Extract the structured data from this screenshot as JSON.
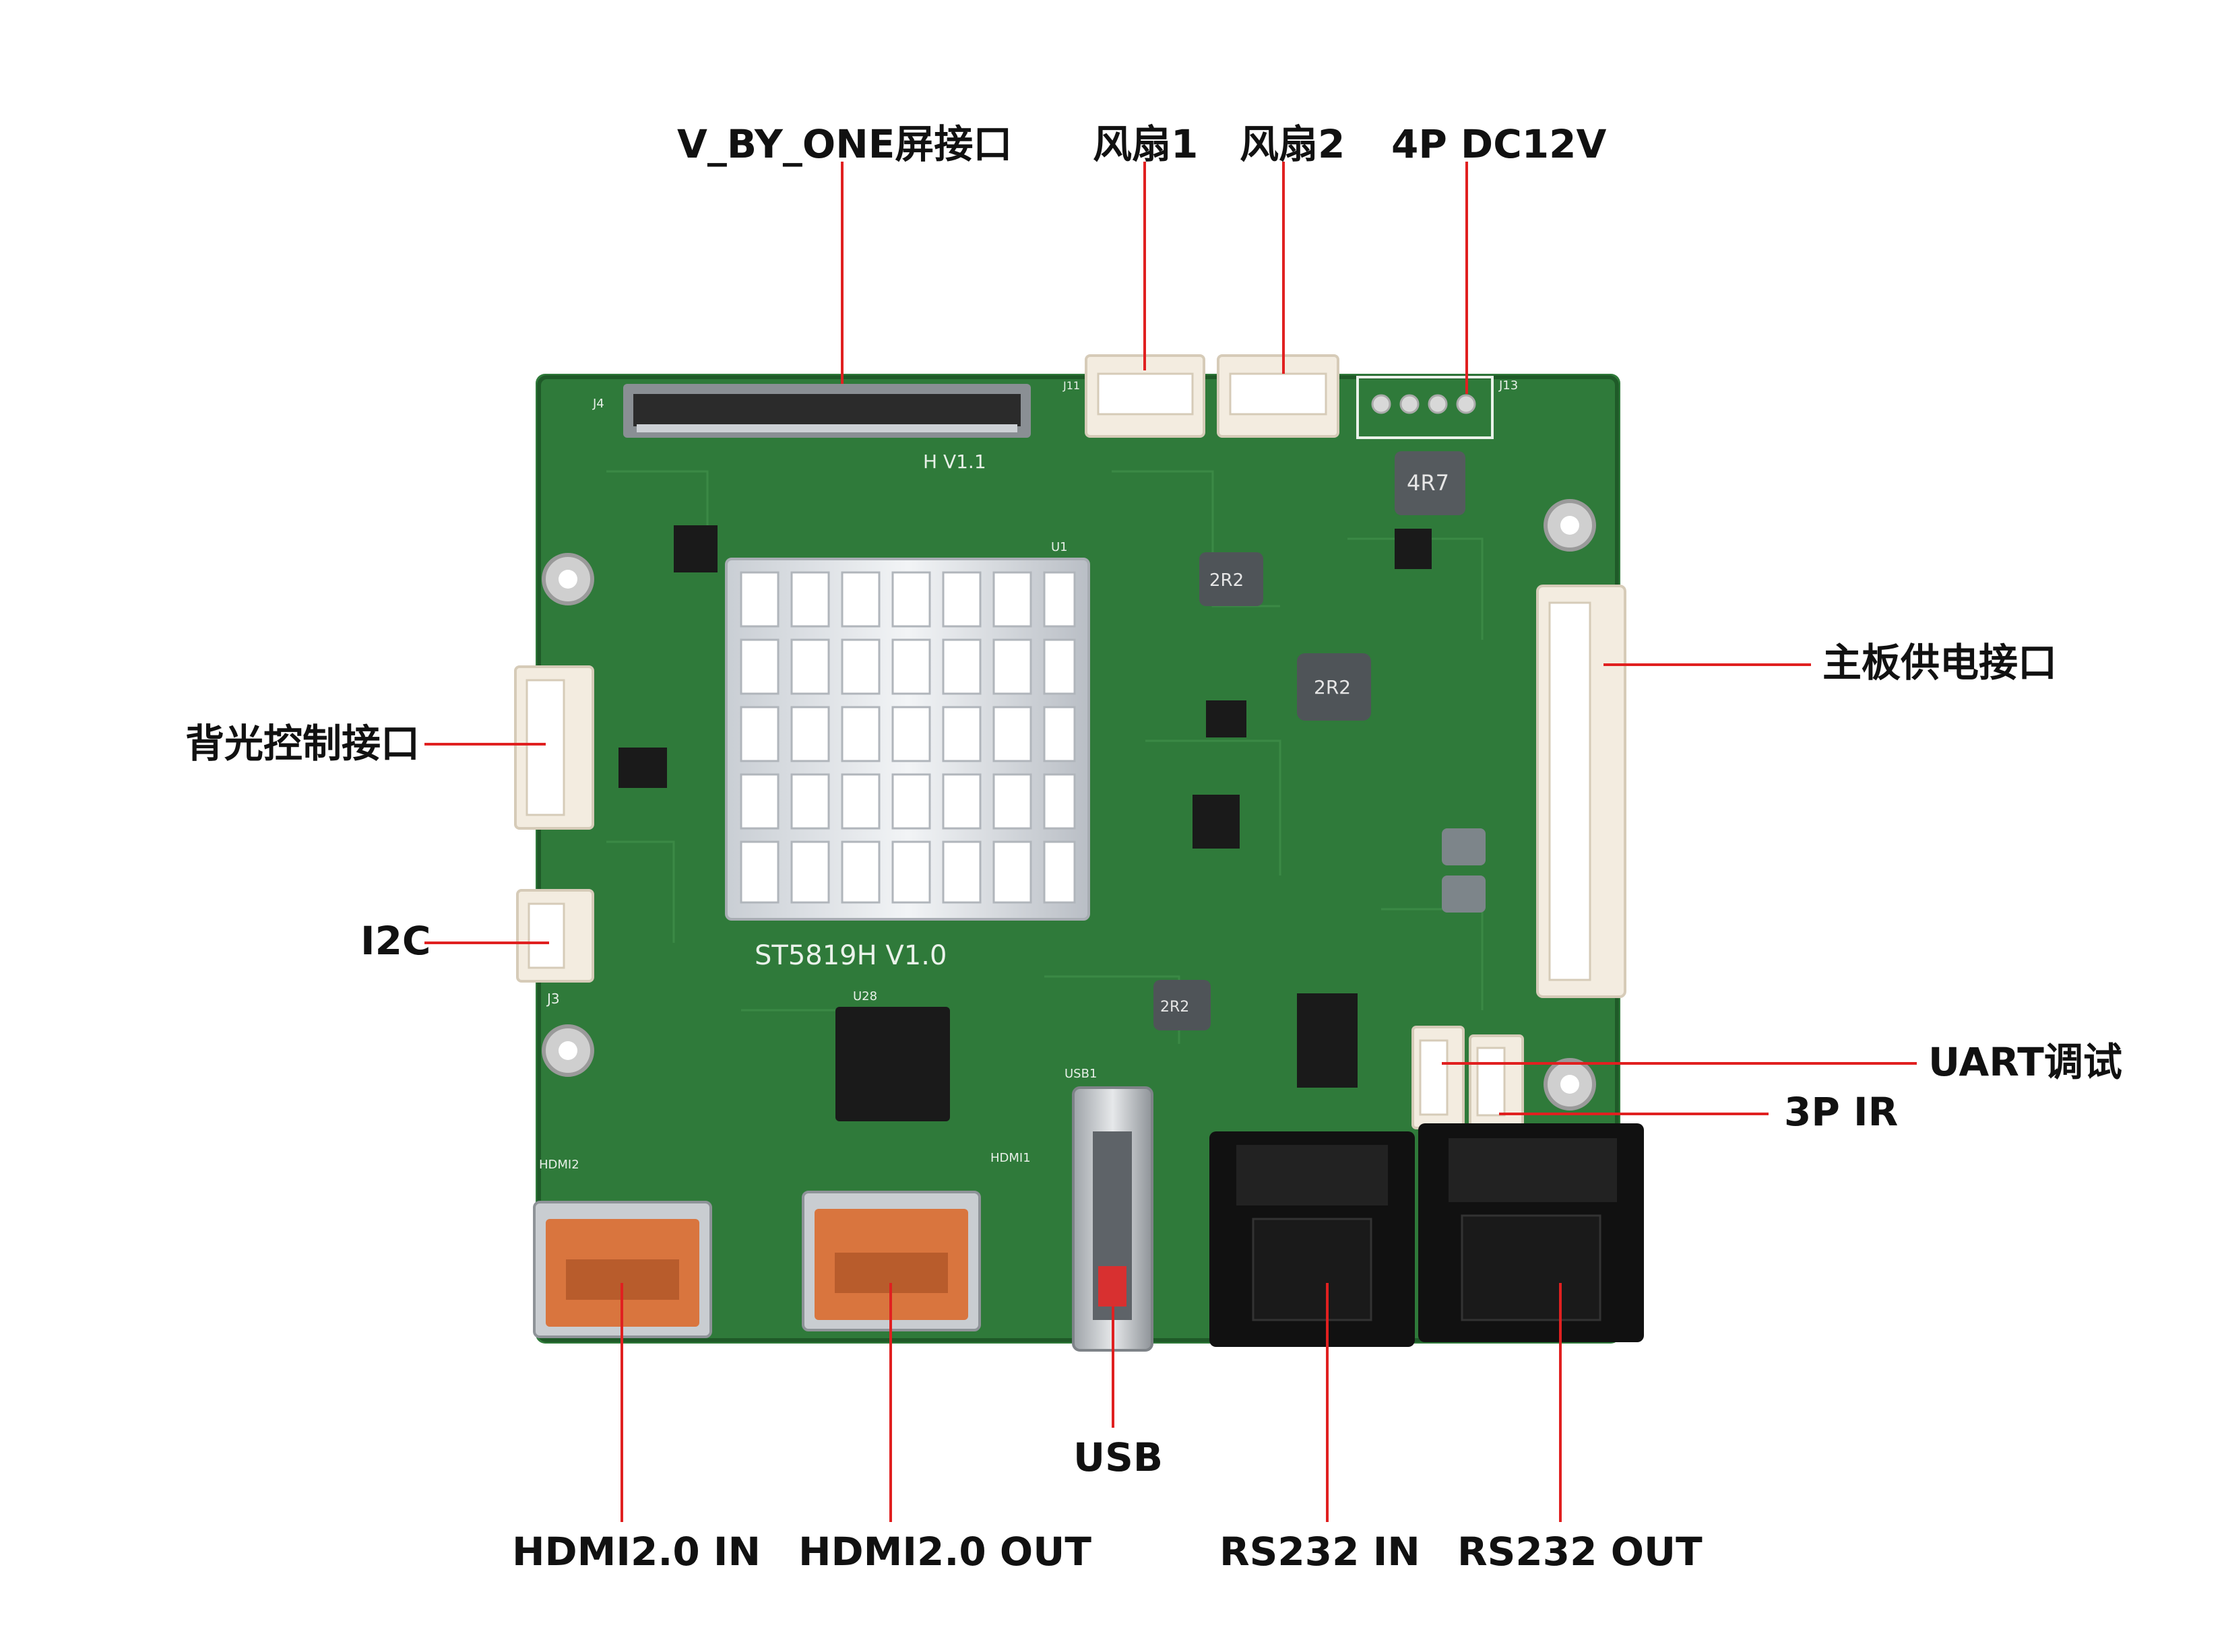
{
  "colors": {
    "pcb_green": "#2f7a3a",
    "pcb_green_dark": "#1f5a28",
    "leader_red": "#e02020",
    "label_text": "#111111",
    "heatsink": "#d9dde2",
    "connector_white": "#f3ece0",
    "hdmi_copper": "#d9753e",
    "rj_black": "#111111",
    "chip_black": "#1a1a1a",
    "silver": "#c8ccd0"
  },
  "labels": {
    "vbyone": "V_BY_ONE屏接口",
    "fan1": "风扇1",
    "fan2": "风扇2",
    "dc12v": "4P DC12V",
    "mainpower": "主板供电接口",
    "backlight": "背光控制接口",
    "i2c": "I2C",
    "uart": "UART调试",
    "ir": "3P IR",
    "hdmi_in": "HDMI2.0 IN",
    "hdmi_out": "HDMI2.0 OUT",
    "usb": "USB",
    "rs232_in": "RS232 IN",
    "rs232_out": "RS232 OUT"
  },
  "board": {
    "model": "ST5819H V1.0",
    "rev": "H V1.1",
    "inductor_4r7": "4R7",
    "inductor_2r2": "2R2",
    "j4": "J4",
    "j11": "J11",
    "j13": "J13",
    "j3": "J3",
    "hdmi1": "HDMI1",
    "hdmi2": "HDMI2",
    "usb1": "USB1",
    "u28": "U28",
    "u1": "U1"
  }
}
